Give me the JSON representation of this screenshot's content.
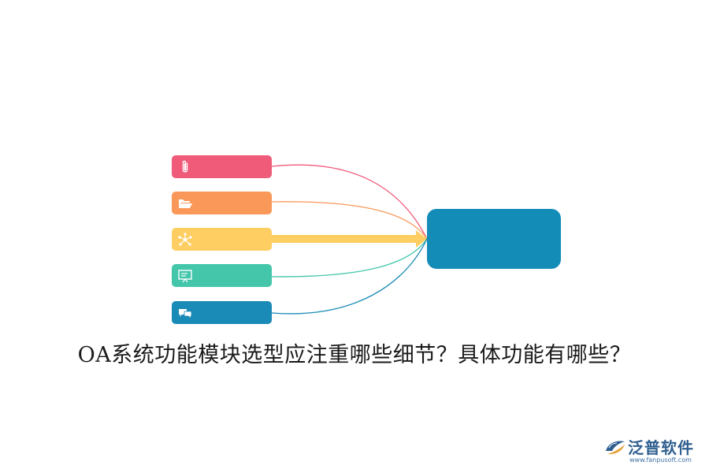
{
  "headline": "OA系统功能模块选型应注重哪些细节？具体功能有哪些？",
  "branches": [
    {
      "icon": "paperclip-icon",
      "color": "#f05b7a"
    },
    {
      "icon": "folder-open-icon",
      "color": "#f99858"
    },
    {
      "icon": "network-icon",
      "color": "#fece62"
    },
    {
      "icon": "presentation-icon",
      "color": "#43c6aa"
    },
    {
      "icon": "chat-bubbles-icon",
      "color": "#1a8ab6"
    }
  ],
  "hub": {
    "color": "#138cb7"
  },
  "watermark": {
    "name": "泛普软件",
    "url": "www.fanpusoft.com",
    "color": "#2f5f8f"
  }
}
